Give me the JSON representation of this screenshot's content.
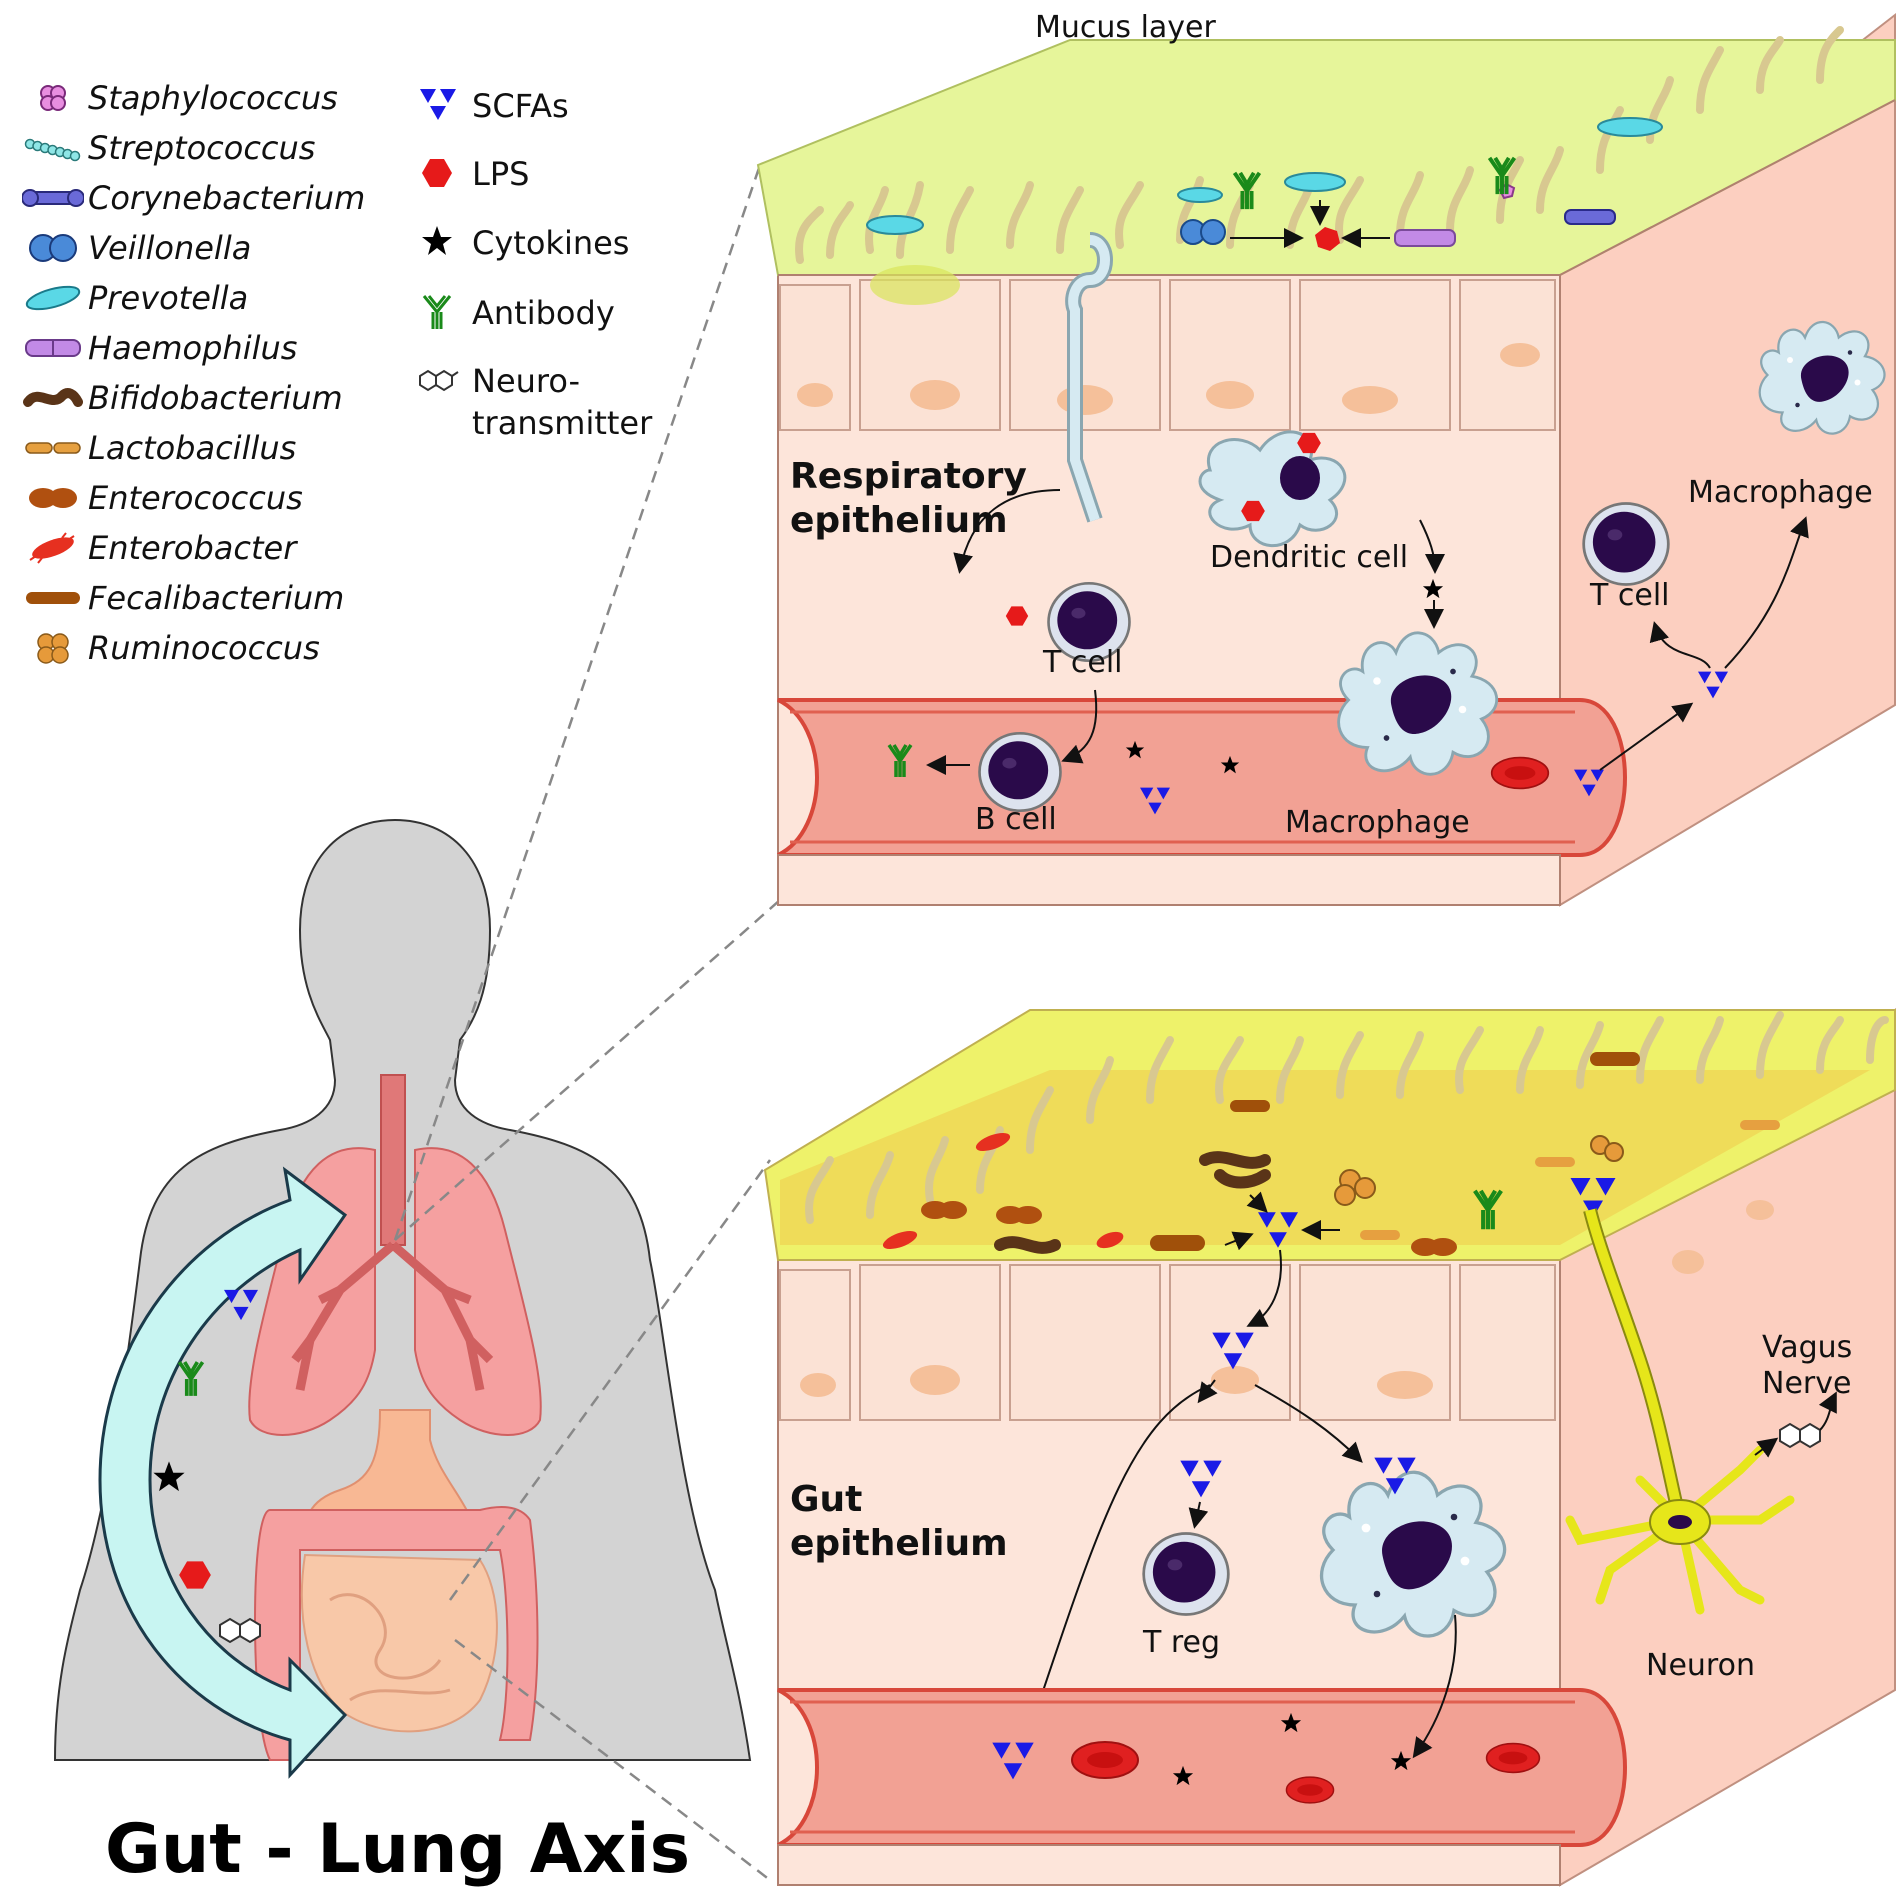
{
  "title": "Gut - Lung Axis",
  "legend_bacteria": [
    {
      "label": "Staphylococcus",
      "icon": "staphylococcus-icon",
      "color": "#e88ee0"
    },
    {
      "label": "Streptococcus",
      "icon": "streptococcus-icon",
      "color": "#8fe6e6"
    },
    {
      "label": "Corynebacterium",
      "icon": "corynebacterium-icon",
      "color": "#6a6ad8"
    },
    {
      "label": "Veillonella",
      "icon": "veillonella-icon",
      "color": "#4a8ad8"
    },
    {
      "label": "Prevotella",
      "icon": "prevotella-icon",
      "color": "#5ad8e6"
    },
    {
      "label": "Haemophilus",
      "icon": "haemophilus-icon",
      "color": "#c28ae6"
    },
    {
      "label": "Bifidobacterium",
      "icon": "bifidobacterium-icon",
      "color": "#5a3418"
    },
    {
      "label": "Lactobacillus",
      "icon": "lactobacillus-icon",
      "color": "#e6a040"
    },
    {
      "label": "Enterococcus",
      "icon": "enterococcus-icon",
      "color": "#b05010"
    },
    {
      "label": "Enterobacter",
      "icon": "enterobacter-icon",
      "color": "#e63020"
    },
    {
      "label": "Fecalibacterium",
      "icon": "fecalibacterium-icon",
      "color": "#a0500a"
    },
    {
      "label": "Ruminococcus",
      "icon": "ruminococcus-icon",
      "color": "#e69a3a"
    }
  ],
  "legend_molecules": [
    {
      "label": "SCFAs",
      "icon": "scfa-icon",
      "color": "#1a1ae6"
    },
    {
      "label": "LPS",
      "icon": "lps-icon",
      "color": "#e61a1a"
    },
    {
      "label": "Cytokines",
      "icon": "cytokine-icon",
      "color": "#000000"
    },
    {
      "label": "Antibody",
      "icon": "antibody-icon",
      "color": "#1a8a1a"
    },
    {
      "label": "Neuro-",
      "label2": "transmitter",
      "icon": "neurotransmitter-icon",
      "color": "#333333"
    }
  ],
  "lung": {
    "mucus_label": "Mucus layer",
    "epithelium_label_1": "Respiratory",
    "epithelium_label_2": "epithelium",
    "dendritic_cell": "Dendritic cell",
    "t_cell": "T cell",
    "b_cell": "B cell",
    "macrophage": "Macrophage",
    "side_macrophage": "Macrophage",
    "side_t_cell": "T cell"
  },
  "gut": {
    "epithelium_label_1": "Gut",
    "epithelium_label_2": "epithelium",
    "t_reg": "T reg",
    "neuron": "Neuron",
    "vagus_1": "Vagus",
    "vagus_2": "Nerve"
  },
  "colors": {
    "mucus": "#e6f59a",
    "epithelium": "#fde5da",
    "side": "#fccfc0",
    "vessel": "#f2a194",
    "vessel_wall": "#d8473a",
    "body": "#d3d3d3",
    "arrow_fill": "#c8f5f2",
    "lung": "#f5a0a0",
    "intestine": "#f8b894",
    "cell_nucleus": "#2a0a4a",
    "neuron": "#e6e61a"
  }
}
